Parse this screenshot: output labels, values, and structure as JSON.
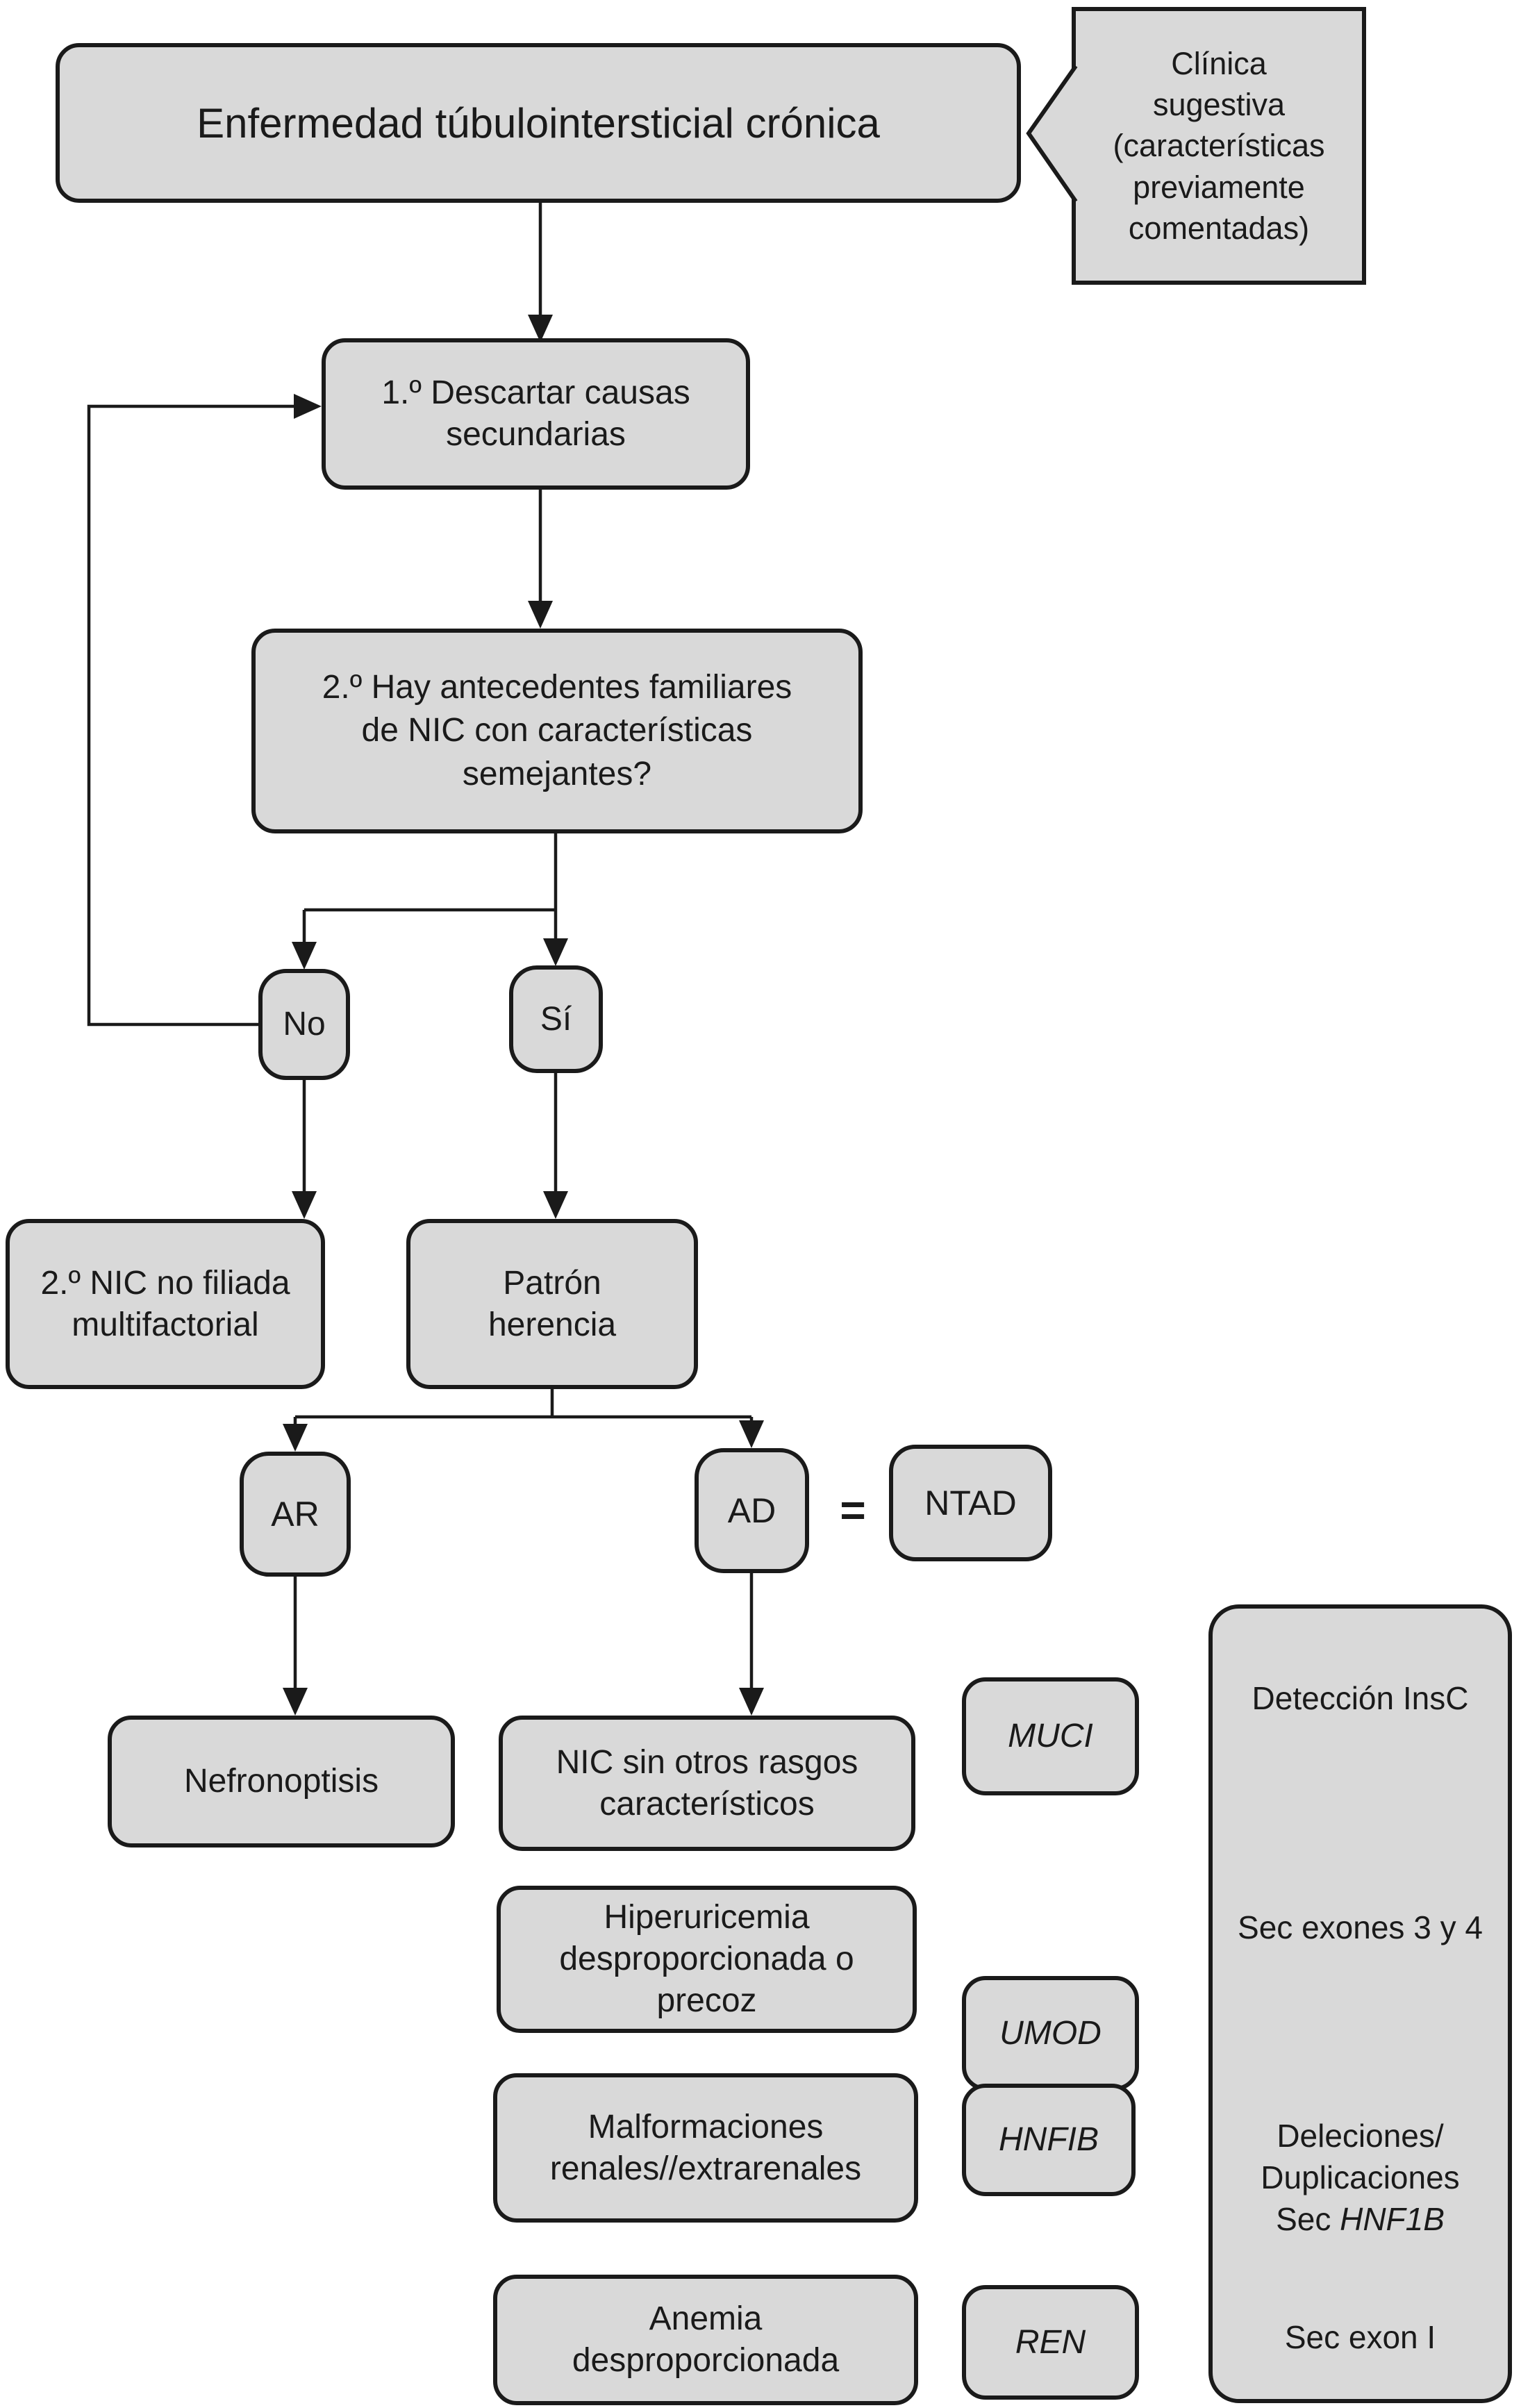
{
  "diagram": {
    "title": "Enfermedad túbulointersticial crónica",
    "callout": "Clínica\nsugestiva\n(características\npreviamente\ncomentadas)",
    "step1": "1.º Descartar causas\nsecundarias",
    "step2_question": "2.º Hay antecedentes familiares\nde NIC con características\nsemejantes?",
    "answer_no": "No",
    "answer_yes": "Sí",
    "nic_unfiliated": "2.º NIC no filiada\nmultifactorial",
    "inheritance_pattern": "Patrón\nherencia",
    "ar": "AR",
    "ad": "AD",
    "equals": "=",
    "ntad": "NTAD",
    "nephronophthisis": "Nefronoptisis",
    "nic_no_features": "NIC sin otros rasgos\ncaracterísticos",
    "hyperuricemia": "Hiperuricemia\ndesproporcionada o\nprecoz",
    "malformations": "Malformaciones\nrenales//extrarenales",
    "anemia": "Anemia\ndesproporcionada",
    "genes": {
      "muci": "MUCI",
      "umod": "UMOD",
      "hnfib": "HNFIB",
      "ren": "REN"
    },
    "tests": {
      "detection": "Detección InsC",
      "sec_exons": "Sec exones 3 y 4",
      "deletions": "Deleciones/\nDuplicaciones",
      "sec_prefix": "Sec",
      "sec_gene": "HNF1B",
      "sec_exon1": "Sec exon I"
    },
    "colors": {
      "box_fill": "#d9d9d9",
      "line": "#1a1a1a",
      "background": "#ffffff"
    }
  }
}
